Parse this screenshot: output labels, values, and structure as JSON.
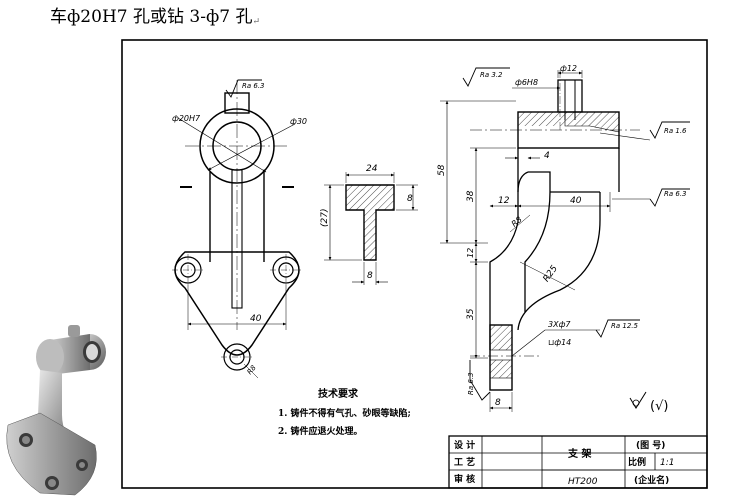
{
  "header": {
    "title": "车ф20H7 孔或钻 3-ф7 孔",
    "pilcrow": "↵"
  },
  "front_view": {
    "dim_bore": "ф20H7",
    "dim_outer": "ф30",
    "dim_spacing": "40",
    "dim_r8": "R8",
    "rough_top": "Ra 6.3"
  },
  "section_view": {
    "dim_width": "24",
    "dim_height": "(27)",
    "dim_flange": "8",
    "dim_web": "8"
  },
  "side_view": {
    "rough_top": "Ra 3.2",
    "dim_d12": "ф12",
    "dim_d6h8": "ф6H8",
    "dim_58": "58",
    "dim_38": "38",
    "dim_12v": "12",
    "dim_35": "35",
    "dim_4": "4",
    "dim_12h": "12",
    "dim_40": "40",
    "dim_r8": "R8",
    "dim_r25": "R25",
    "dim_8": "8",
    "rough_right1": "Ra 1.6",
    "rough_right2": "Ra 6.3",
    "rough_bottom": "Ra 6.3",
    "hole_callout": "3Xф7",
    "cbore_callout": "⊔ф14",
    "rough_hole": "Ra 12.5"
  },
  "tech_requirements": {
    "title": "技术要求",
    "item1": "1. 铸件不得有气孔、砂眼等缺陷;",
    "item2": "2. 铸件应退火处理。"
  },
  "general_roughness": "(√)",
  "title_block": {
    "label_design": "设 计",
    "label_process": "工 艺",
    "label_review": "审 核",
    "part_name": "支 架",
    "drawing_no": "(图 号)",
    "scale_label": "比例",
    "scale_value": "1:1",
    "material": "HT200",
    "company": "(企业名)"
  }
}
